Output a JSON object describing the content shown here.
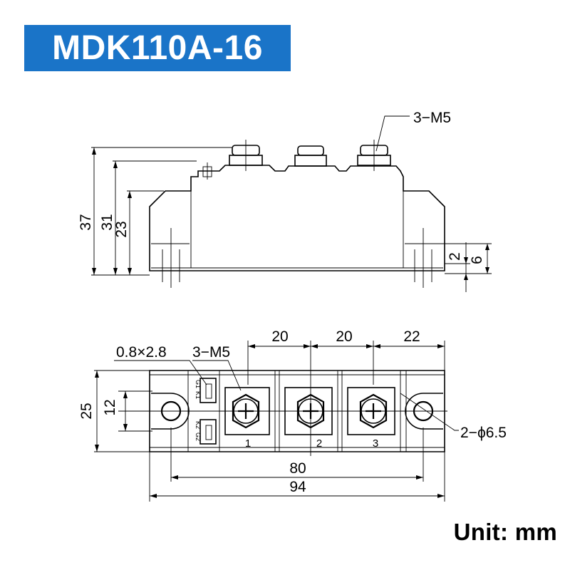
{
  "title": "MDK110A-16",
  "unit_label": "Unit: mm",
  "colors": {
    "banner": "#1a74c8",
    "banner_text": "#ffffff",
    "lines": "#000000"
  },
  "side_view": {
    "callout": "3−M5",
    "height_dims": [
      "37",
      "31",
      "23"
    ],
    "base_dims": [
      "2",
      "6"
    ]
  },
  "top_view": {
    "top_spacing": [
      "20",
      "20",
      "22"
    ],
    "pin_label": "0.8×2.8",
    "screw_label": "3−M5",
    "height_dims": [
      "25",
      "12"
    ],
    "terminal_numbers": [
      "1",
      "2",
      "3"
    ],
    "mount_hole": "2−ϕ6.5",
    "width_dims": [
      "80",
      "94"
    ],
    "gate_labels": [
      "G1",
      "K1",
      "K2",
      "G2"
    ]
  }
}
